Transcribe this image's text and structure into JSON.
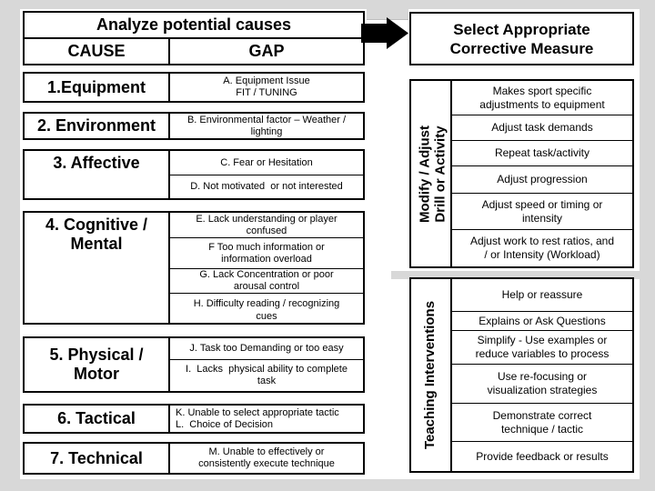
{
  "left": {
    "title": "Analyze potential causes",
    "col_cause": "CAUSE",
    "col_gap": "GAP",
    "rows": [
      {
        "cause": "1.Equipment",
        "gaps": [
          "A. Equipment Issue\nFIT / TUNING"
        ]
      },
      {
        "cause": "2. Environment",
        "gaps": [
          "B. Environmental factor – Weather /\nlighting"
        ]
      },
      {
        "cause": "3. Affective",
        "gaps": [
          "C. Fear or Hesitation",
          "D. Not motivated  or not interested"
        ]
      },
      {
        "cause": "4. Cognitive /\nMental",
        "gaps": [
          "E. Lack understanding or player\nconfused",
          "F Too much information or\ninformation overload",
          "G. Lack Concentration or poor\narousal control",
          "H. Difficulty reading / recognizing\ncues"
        ]
      },
      {
        "cause": "5. Physical /\nMotor",
        "gaps": [
          "J. Task too Demanding or too easy",
          "I.  Lacks  physical ability to complete\ntask"
        ]
      },
      {
        "cause": "6. Tactical",
        "gaps": [
          "K. Unable to select appropriate tactic\nL.  Choice of Decision"
        ]
      },
      {
        "cause": "7. Technical",
        "gaps": [
          "M. Unable to effectively or\nconsistently execute technique"
        ]
      }
    ]
  },
  "right": {
    "title": "Select Appropriate\nCorrective Measure",
    "groups": [
      {
        "label": "Modify / Adjust\nDrill or Activity",
        "measures": [
          "Makes sport specific\nadjustments to equipment",
          "Adjust task demands",
          "Repeat task/activity",
          "Adjust progression",
          "Adjust speed or timing or\nintensity",
          "Adjust work to rest ratios, and\n/ or Intensity (Workload)"
        ]
      },
      {
        "label": "Teaching Interventions",
        "measures": [
          "Help or reassure",
          "Explains or Ask Questions",
          "Simplify - Use examples or\nreduce variables to process",
          "Use re-focusing or\nvisualization strategies",
          "Demonstrate correct\ntechnique / tactic",
          "Provide feedback or results"
        ]
      }
    ]
  },
  "icons": {
    "flow_arrow": "right-arrow"
  },
  "colors": {
    "background": "#d8d8d8",
    "box_fill": "#ffffff",
    "border": "#000000",
    "text": "#000000",
    "arrow": "#000000"
  }
}
